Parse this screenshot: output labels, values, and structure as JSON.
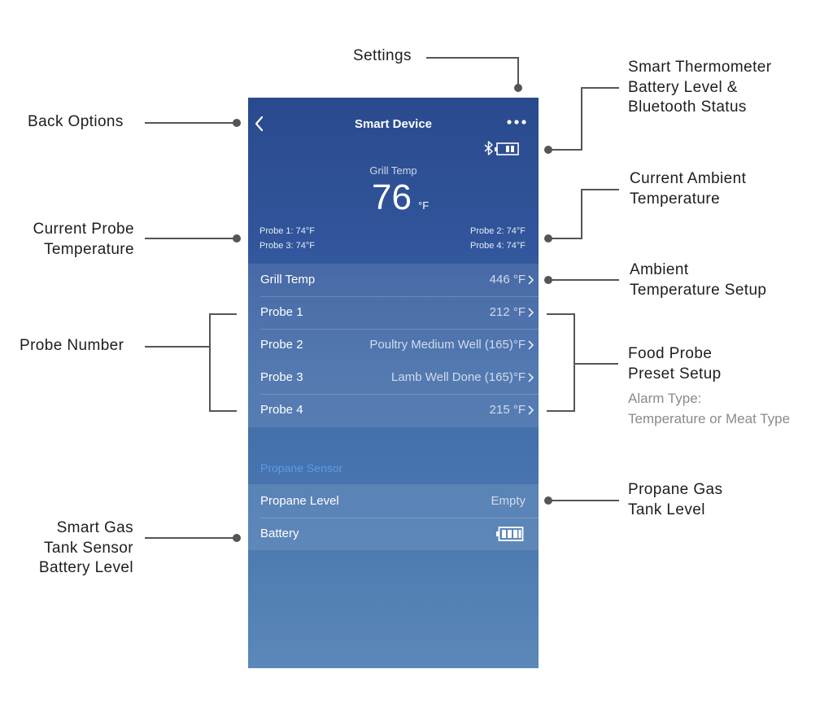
{
  "callouts": {
    "settings": "Settings",
    "back_options": "Back Options",
    "smart_thermometer": [
      "Smart Thermometer",
      "Battery Level &",
      "Bluetooth Status"
    ],
    "current_ambient": [
      "Current Ambient",
      "Temperature"
    ],
    "current_probe": [
      "Current Probe",
      "Temperature"
    ],
    "ambient_setup": [
      "Ambient",
      "Temperature Setup"
    ],
    "probe_number": "Probe Number",
    "food_probe": [
      "Food Probe",
      "Preset Setup"
    ],
    "alarm_type": [
      "Alarm Type:",
      "Temperature or Meat Type"
    ],
    "propane_gas": [
      "Propane Gas",
      "Tank Level"
    ],
    "smart_gas": [
      "Smart Gas",
      "Tank Sensor",
      "Battery Level"
    ]
  },
  "app": {
    "title": "Smart Device",
    "grill_label": "Grill Temp",
    "grill_temp": "76",
    "grill_unit": "°F",
    "probes_mini": {
      "p1": "Probe 1: 74°F",
      "p2": "Probe 2: 74°F",
      "p3": "Probe 3: 74°F",
      "p4": "Probe 4: 74°F"
    },
    "rows": [
      {
        "label": "Grill Temp",
        "value": "446 °F"
      },
      {
        "label": "Probe 1",
        "value": "212 °F"
      },
      {
        "label": "Probe 2",
        "value": "Poultry Medium Well (165)°F"
      },
      {
        "label": "Probe 3",
        "value": "Lamb Well Done (165)°F"
      },
      {
        "label": "Probe 4",
        "value": "215 °F"
      }
    ],
    "propane_header": "Propane Sensor",
    "propane_rows": [
      {
        "label": "Propane Level",
        "value": "Empty"
      },
      {
        "label": "Battery"
      }
    ]
  },
  "icons": [
    "back-chevron-icon",
    "more-dots-icon",
    "bluetooth-icon",
    "battery-icon",
    "chevron-right-icon"
  ],
  "colors": {
    "accent": "#5f9ae4",
    "header": "#2a4a8e"
  }
}
